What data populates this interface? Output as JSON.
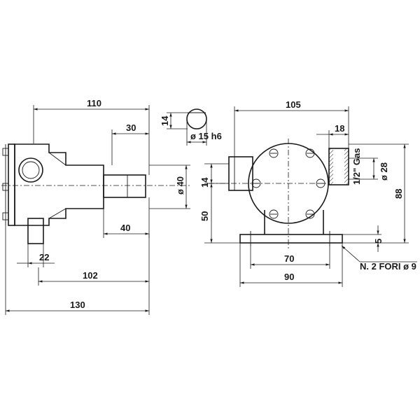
{
  "drawing": {
    "side_view": {
      "dim_overall_width_top": "110",
      "dim_shaft_length": "30",
      "dim_shaft_diameter": "ø 40",
      "dim_body_to_shaft": "40",
      "dim_port_width": "22",
      "dim_mount_distance": "102",
      "dim_overall_length": "130"
    },
    "shaft_section": {
      "dim_key_height": "14",
      "dim_shaft_fit": "ø 15 h6"
    },
    "front_view": {
      "dim_overall_width": "105",
      "dim_port_offset": "18",
      "dim_port_diameter": "ø 28",
      "port_thread": "1/2\" Gas",
      "dim_total_height": "88",
      "dim_key_height": "14",
      "dim_base_to_axis": "50",
      "dim_foot_thickness": "5",
      "dim_hole_spacing": "70",
      "dim_foot_width": "90",
      "holes_note": "N. 2 FORI ø 9"
    }
  }
}
